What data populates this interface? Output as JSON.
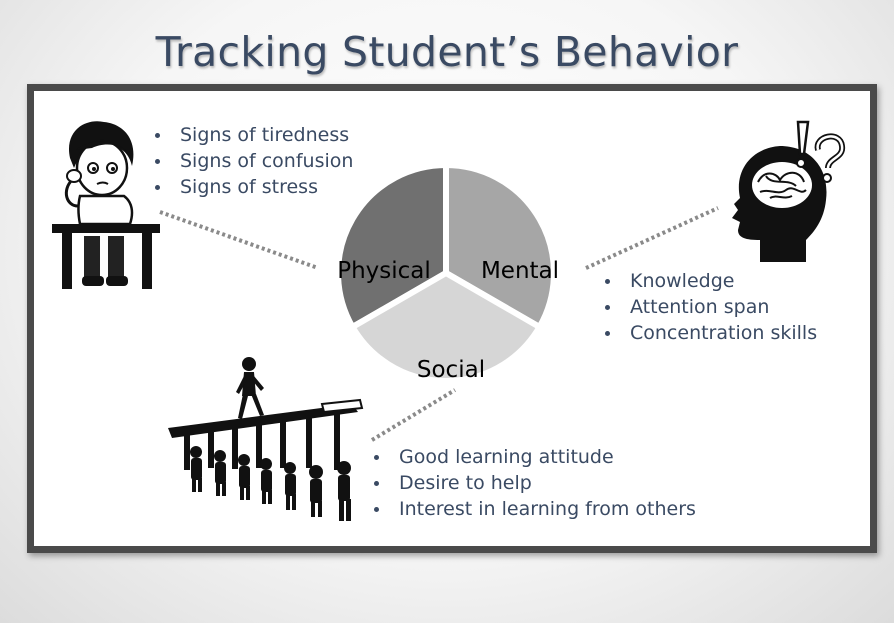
{
  "title": "Tracking Student’s Behavior",
  "segments": {
    "physical": {
      "label": "Physical",
      "color": "#707070"
    },
    "mental": {
      "label": "Mental",
      "color": "#a6a6a6"
    },
    "social": {
      "label": "Social",
      "color": "#d6d6d6"
    }
  },
  "physical_items": [
    "Signs of tiredness",
    "Signs of confusion",
    "Signs of stress"
  ],
  "mental_items": [
    "Knowledge",
    "Attention span",
    "Concentration skills"
  ],
  "social_items": [
    "Good learning attitude",
    "Desire to help",
    "Interest in learning from others"
  ],
  "icons": {
    "physical": "tired-student-icon",
    "mental": "brain-question-icon",
    "social": "teamwork-climb-icon"
  }
}
